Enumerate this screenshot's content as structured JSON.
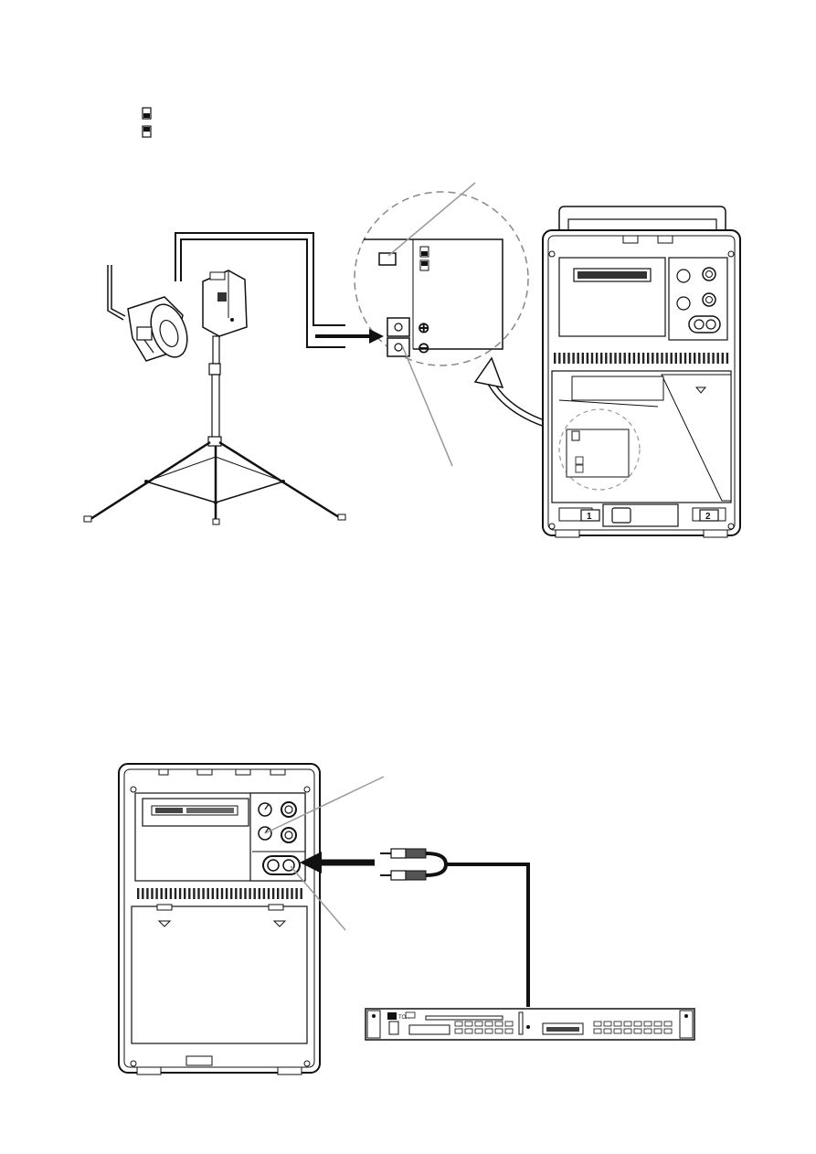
{
  "upper_unit": {
    "channel_labels": [
      "1",
      "2"
    ]
  },
  "enlarged_view": {
    "terminal_symbols": [
      "⊕",
      "⊖"
    ]
  },
  "cd_player": {
    "brand": "TOA"
  }
}
